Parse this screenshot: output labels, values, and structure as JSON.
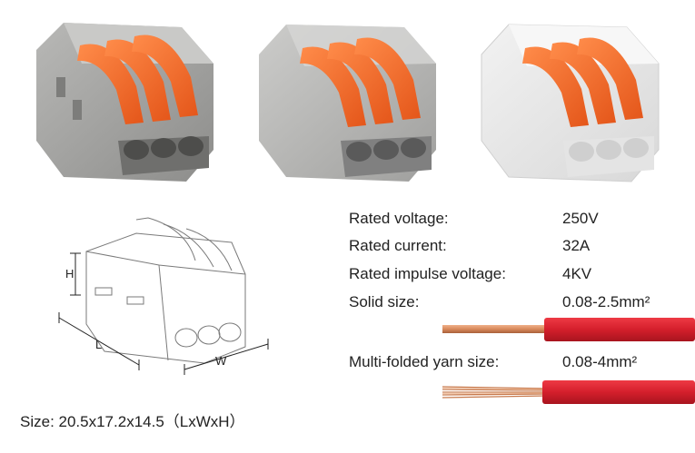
{
  "specs": [
    {
      "label": "Rated voltage:",
      "value": "250V"
    },
    {
      "label": "Rated current:",
      "value": "32A"
    },
    {
      "label": "Rated impulse voltage:",
      "value": "4KV"
    },
    {
      "label": "Solid size:",
      "value": "0.08-2.5mm²"
    },
    {
      "label": "Multi-folded yarn size:",
      "value": "0.08-4mm²"
    }
  ],
  "drawing": {
    "h_label": "H",
    "l_label": "L",
    "w_label": "W"
  },
  "size_caption": "Size:  20.5x17.2x14.5（LxWxH）",
  "colors": {
    "lever_orange": "#f26a2a",
    "housing_grey": "#9a9a98",
    "wire_red": "#d41f2c",
    "copper": "#d98a5c"
  }
}
